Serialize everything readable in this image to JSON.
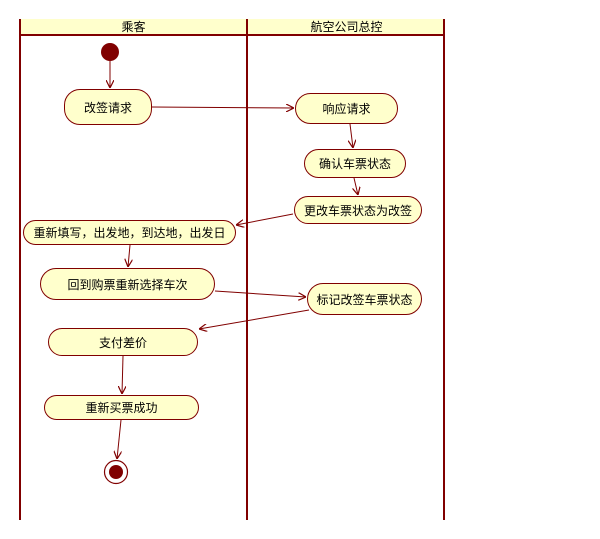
{
  "lanes": [
    {
      "title": "乘客"
    },
    {
      "title": "航空公司总控"
    }
  ],
  "activities": {
    "change_request": "改签请求",
    "respond_request": "响应请求",
    "confirm_ticket_status": "确认车票状态",
    "change_status_to_rebook": "更改车票状态为改签",
    "refill_info": "重新填写，出发地，到达地，出发日",
    "back_to_purchase": "回到购票重新选择车次",
    "mark_rebook_status": "标记改签车票状态",
    "pay_difference": "支付差价",
    "rebuy_success": "重新买票成功"
  },
  "colors": {
    "lane_border": "#800000",
    "activity_fill": "#ffffcc",
    "flow_line": "#800000",
    "node_fill": "#800000"
  }
}
